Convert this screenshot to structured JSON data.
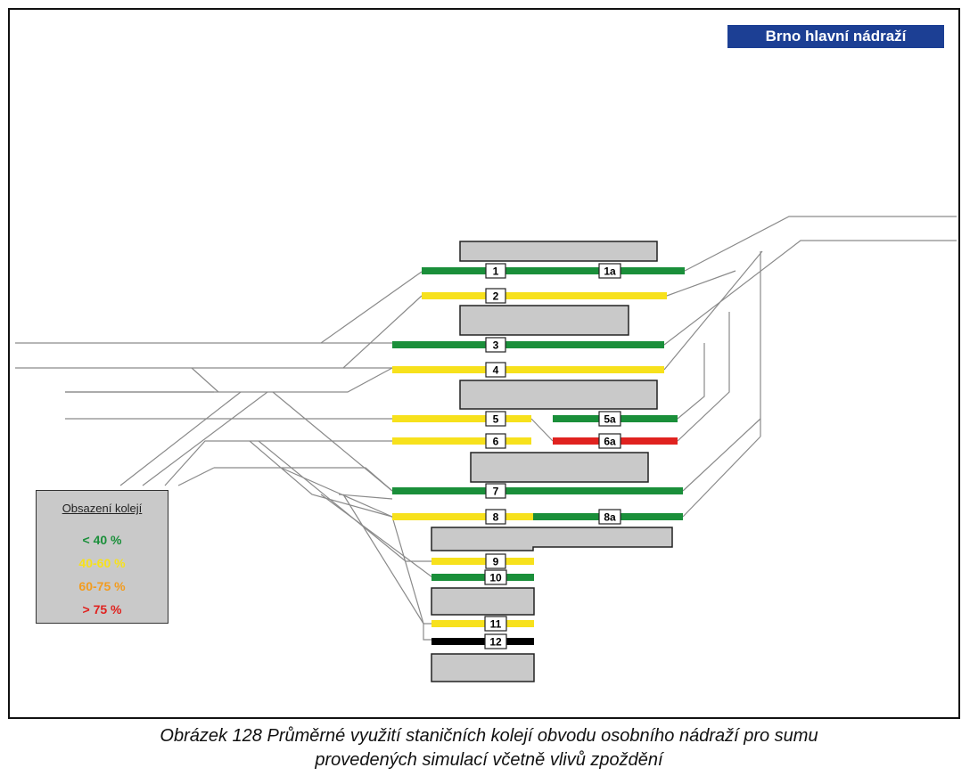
{
  "station_title": "Brno hlavní nádraží",
  "legend": {
    "title": "Obsazení kolejí",
    "items": [
      {
        "label": "< 40 %",
        "color": "#1a8f3a"
      },
      {
        "label": "40-60 %",
        "color": "#f7e11c"
      },
      {
        "label": "60-75 %",
        "color": "#f39c1e"
      },
      {
        "label": "> 75 %",
        "color": "#e0221f"
      }
    ]
  },
  "colors": {
    "green": "#1a8f3a",
    "yellow": "#f7e11c",
    "orange": "#f39c1e",
    "red": "#e0221f",
    "black": "#000000",
    "platform": "#c9c9c9",
    "title_bg": "#1c3f94"
  },
  "tracks": [
    {
      "label": "1",
      "occupancy": "green"
    },
    {
      "label": "1a",
      "occupancy": "green"
    },
    {
      "label": "2",
      "occupancy": "yellow"
    },
    {
      "label": "3",
      "occupancy": "green"
    },
    {
      "label": "4",
      "occupancy": "yellow"
    },
    {
      "label": "5",
      "occupancy": "yellow"
    },
    {
      "label": "5a",
      "occupancy": "green"
    },
    {
      "label": "6",
      "occupancy": "yellow"
    },
    {
      "label": "6a",
      "occupancy": "red"
    },
    {
      "label": "7",
      "occupancy": "green"
    },
    {
      "label": "8",
      "occupancy": "yellow"
    },
    {
      "label": "8a",
      "occupancy": "green"
    },
    {
      "label": "9",
      "occupancy": "yellow"
    },
    {
      "label": "10",
      "occupancy": "green"
    },
    {
      "label": "11",
      "occupancy": "yellow"
    },
    {
      "label": "12",
      "occupancy": "black"
    }
  ],
  "caption_line1": "Obrázek 128 Průměrné využití staničních kolejí obvodu osobního nádraží pro sumu",
  "caption_line2": "provedených simulací včetně vlivů zpoždění"
}
